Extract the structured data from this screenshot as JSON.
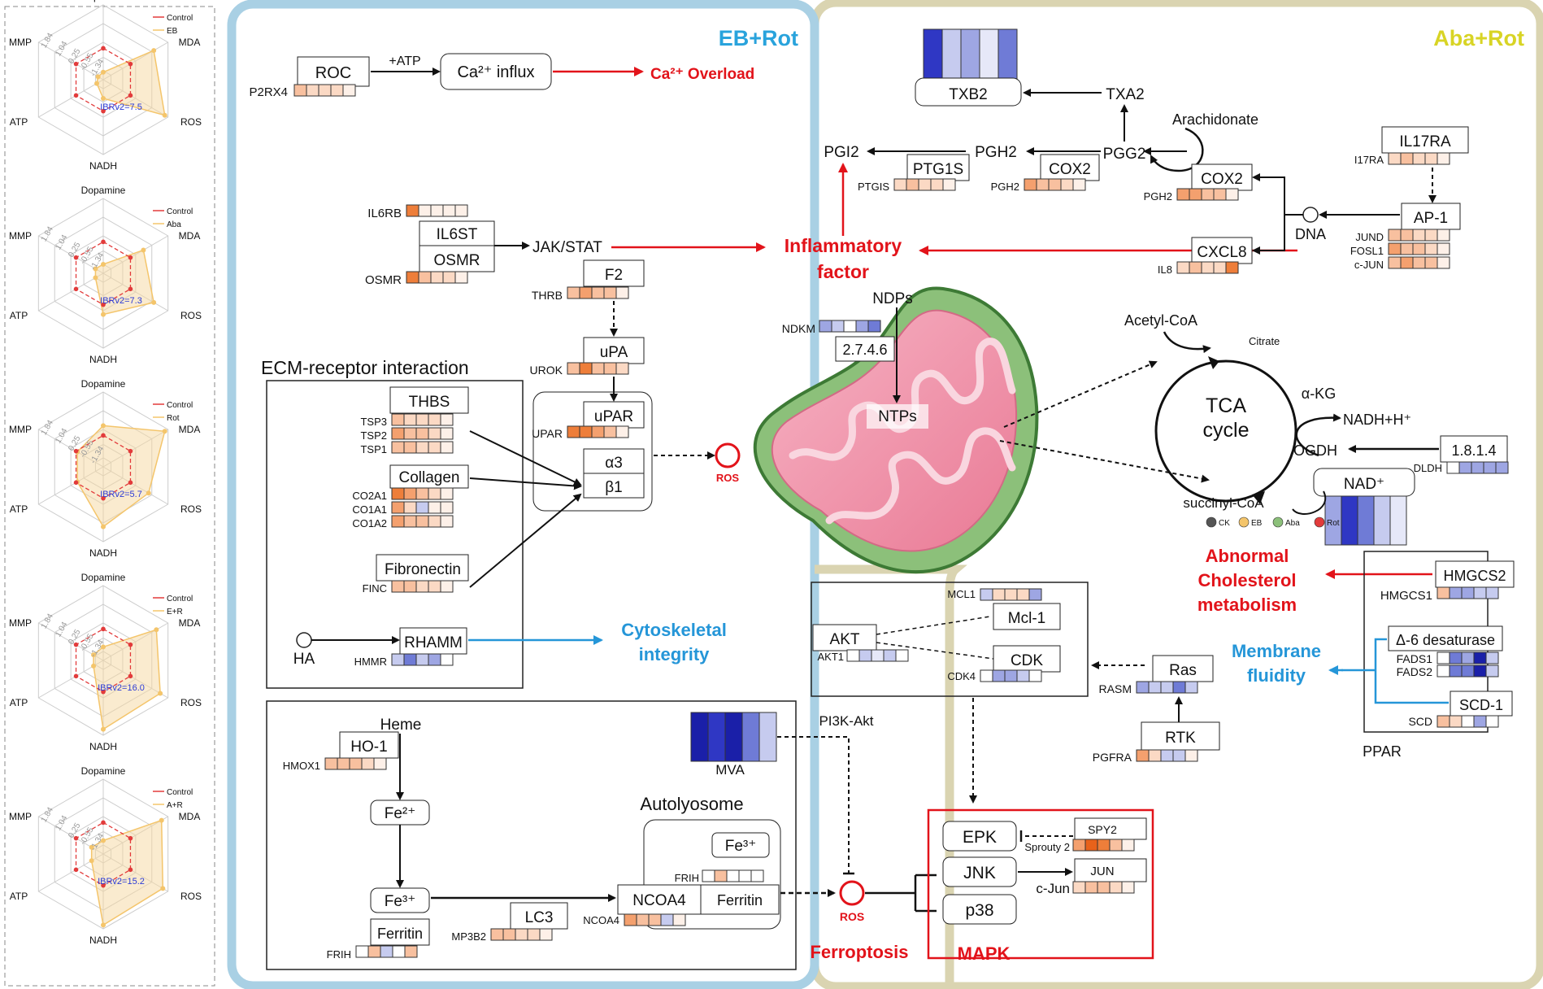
{
  "colors": {
    "eb_rot": "#29a3dc",
    "aba_rot": "#e6e22c",
    "red": "#e2131a",
    "blue": "#2596d8",
    "radar_red": "#e23b3b",
    "radar_yellow": "#f4c56b",
    "panel_blue": "#a9d0e4",
    "panel_khaki": "#dad4b1"
  },
  "radar": {
    "axes": [
      "Dopamine",
      "MDA",
      "ROS",
      "NADH",
      "ATP",
      "MMP"
    ],
    "ticks": [
      "1.84",
      "1.04",
      "0.25",
      "-0.55",
      "-1.34"
    ],
    "control_label": "Control",
    "panels": [
      {
        "treatment": "EB",
        "ibr": "IBRv2=7.5"
      },
      {
        "treatment": "Aba",
        "ibr": "IBRv2=7.3"
      },
      {
        "treatment": "Rot",
        "ibr": "IBRv2=5.7"
      },
      {
        "treatment": "E+R",
        "ibr": "IBRv2=16.0"
      },
      {
        "treatment": "A+R",
        "ibr": "IBRv2=15.2"
      }
    ]
  },
  "sections": {
    "eb_rot": "EB+Rot",
    "aba_rot": "Aba+Rot"
  },
  "left": {
    "roc": "ROC",
    "p2rx4": "P2RX4",
    "atp": "+ATP",
    "ca_influx": "Ca²⁺ influx",
    "ca_overload": "Ca²⁺ Overload",
    "il6rb": "IL6RB",
    "il6st": "IL6ST",
    "osmr_box": "OSMR",
    "osmr": "OSMR",
    "jak": "JAK/STAT",
    "inflammatory": "Inflammatory factor",
    "f2": "F2",
    "thrb": "THRB",
    "upa": "uPA",
    "urok": "UROK",
    "upar": "uPAR",
    "upar_gene": "UPAR",
    "a3": "α3",
    "b1": "β1",
    "ros": "ROS",
    "ecm_title": "ECM-receptor interaction",
    "thbs": "THBS",
    "tsp": [
      "TSP3",
      "TSP2",
      "TSP1"
    ],
    "collagen": "Collagen",
    "co": [
      "CO2A1",
      "CO1A1",
      "CO1A2"
    ],
    "fibronectin": "Fibronectin",
    "finc": "FINC",
    "ha": "HA",
    "rhamm": "RHAMM",
    "hmmr": "HMMR",
    "cyto": "Cytoskeletal integrity",
    "heme": "Heme",
    "ho1": "HO-1",
    "hmox1": "HMOX1",
    "fe2": "Fe²⁺",
    "fe3": "Fe³⁺",
    "ferritin": "Ferritin",
    "frih": "FRIH",
    "lc3": "LC3",
    "mp3b2": "MP3B2",
    "ncoa4": "NCOA4",
    "ncoa4_gene": "NCOA4",
    "autolyo": "Autolyosome",
    "fe3b": "Fe³⁺",
    "frih2": "FRIH",
    "ferritin2": "Ferritin",
    "mva": "MVA",
    "pi3k": "PI3K-Akt",
    "ros2": "ROS",
    "ferroptosis": "Ferroptosis"
  },
  "middle": {
    "ndps": "NDPs",
    "ndkm": "NDKM",
    "ec": "2.7.4.6",
    "ntps": "NTPs"
  },
  "right": {
    "txb2": "TXB2",
    "txa2": "TXA2",
    "arachidonate": "Arachidonate",
    "pgi2": "PGI2",
    "ptg1s": "PTG1S",
    "ptgis": "PTGIS",
    "pgh2": "PGH2",
    "cox2": "COX2",
    "pgh2_gene": "PGH2",
    "pgg2": "PGG2",
    "il17ra": "IL17RA",
    "i17ra": "I17RA",
    "cox2b": "COX2",
    "pgh2b": "PGH2",
    "ap1": "AP-1",
    "dna": "DNA",
    "jund": [
      "JUND",
      "FOSL1",
      "c-JUN"
    ],
    "cxcl8": "CXCL8",
    "il8": "IL8",
    "acetyl": "Acetyl-CoA",
    "citrate": "Citrate",
    "tca": [
      "TCA",
      "cycle"
    ],
    "akg": "α-KG",
    "nadh": "NADH+H⁺",
    "ogdh": "OGDH",
    "ec2": "1.8.1.4",
    "dldh": "DLDH",
    "nad": "NAD⁺",
    "succ": "succinyl-CoA",
    "legend": [
      "CK",
      "EB",
      "Aba",
      "Rot"
    ],
    "chol": [
      "Abnormal",
      "Cholesterol",
      "metabolism"
    ],
    "membrane": [
      "Membrane",
      "fluidity"
    ],
    "hmgcs2": "HMGCS2",
    "hmgcs1": "HMGCS1",
    "d6": "Δ-6 desaturase",
    "fads": [
      "FADS1",
      "FADS2"
    ],
    "scd1": "SCD-1",
    "scd": "SCD",
    "ppar": "PPAR",
    "mcl1g": "MCL1",
    "mcl1": "Mcl-1",
    "akt": "AKT",
    "akt1": "AKT1",
    "cdk": "CDK",
    "cdk4": "CDK4",
    "ras": "Ras",
    "rasm": "RASM",
    "rtk": "RTK",
    "pgfra": "PGFRA",
    "epk": "EPK",
    "spy2": "SPY2",
    "sprouty": "Sprouty 2",
    "jnk": "JNK",
    "jun": "JUN",
    "cjun": "c-Jun",
    "p38": "p38",
    "mapk": "MAPK"
  }
}
